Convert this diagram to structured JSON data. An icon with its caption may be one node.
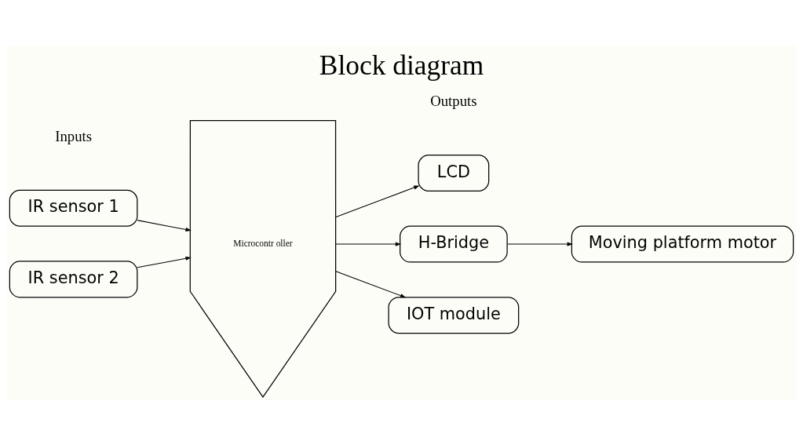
{
  "diagram": {
    "title": "Block diagram",
    "nodes": [
      {
        "text": [
          "IR sensor 1"
        ]
      },
      {
        "text": [
          "IR sensor 2"
        ]
      },
      {
        "text": [
          "Microcontr oller"
        ]
      },
      {
        "text": [
          "LCD"
        ]
      },
      {
        "text": [
          "H-Bridge"
        ]
      },
      {
        "text": [
          "IOT module"
        ]
      },
      {
        "text": [
          "Moving platform motor"
        ]
      }
    ],
    "edges": [
      {
        "from": 0,
        "to": 2,
        "arrow": "to"
      },
      {
        "from": 1,
        "to": 2,
        "arrow": "to"
      },
      {
        "from": 2,
        "to": 3,
        "arrow": "to"
      },
      {
        "from": 2,
        "to": 4,
        "arrow": "to"
      },
      {
        "from": 2,
        "to": 5,
        "arrow": "to"
      },
      {
        "from": 4,
        "to": 6,
        "arrow": "to"
      }
    ],
    "labels": [
      "Inputs",
      "Outputs"
    ]
  }
}
